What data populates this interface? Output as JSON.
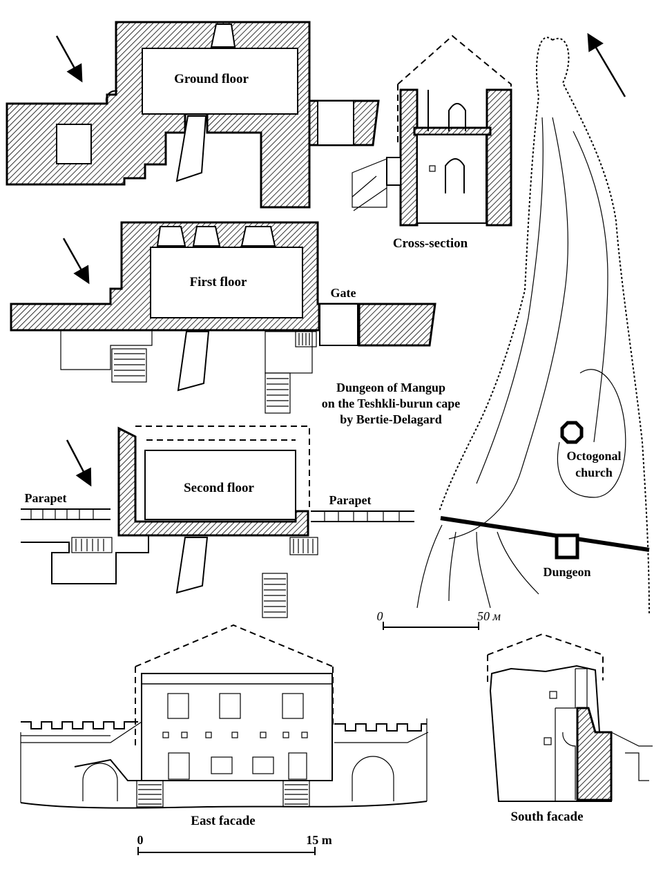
{
  "figure": {
    "title_lines": [
      "Dungeon of Mangup",
      "on the Teshkli-burun cape",
      "by Bertie-Delagard"
    ],
    "plans": {
      "ground_floor": "Ground floor",
      "first_floor": "First floor",
      "second_floor": "Second  floor",
      "cross_section": "Cross-section",
      "gate": "Gate",
      "parapet_left": "Parapet",
      "parapet_right": "Parapet"
    },
    "site_map": {
      "church_line1": "Octogonal",
      "church_line2": "church",
      "dungeon": "Dungeon",
      "scale_zero": "0",
      "scale_end": "50 м"
    },
    "facades": {
      "east": "East facade",
      "south": "South facade",
      "scale_zero": "0",
      "scale_end": "15 m"
    }
  }
}
